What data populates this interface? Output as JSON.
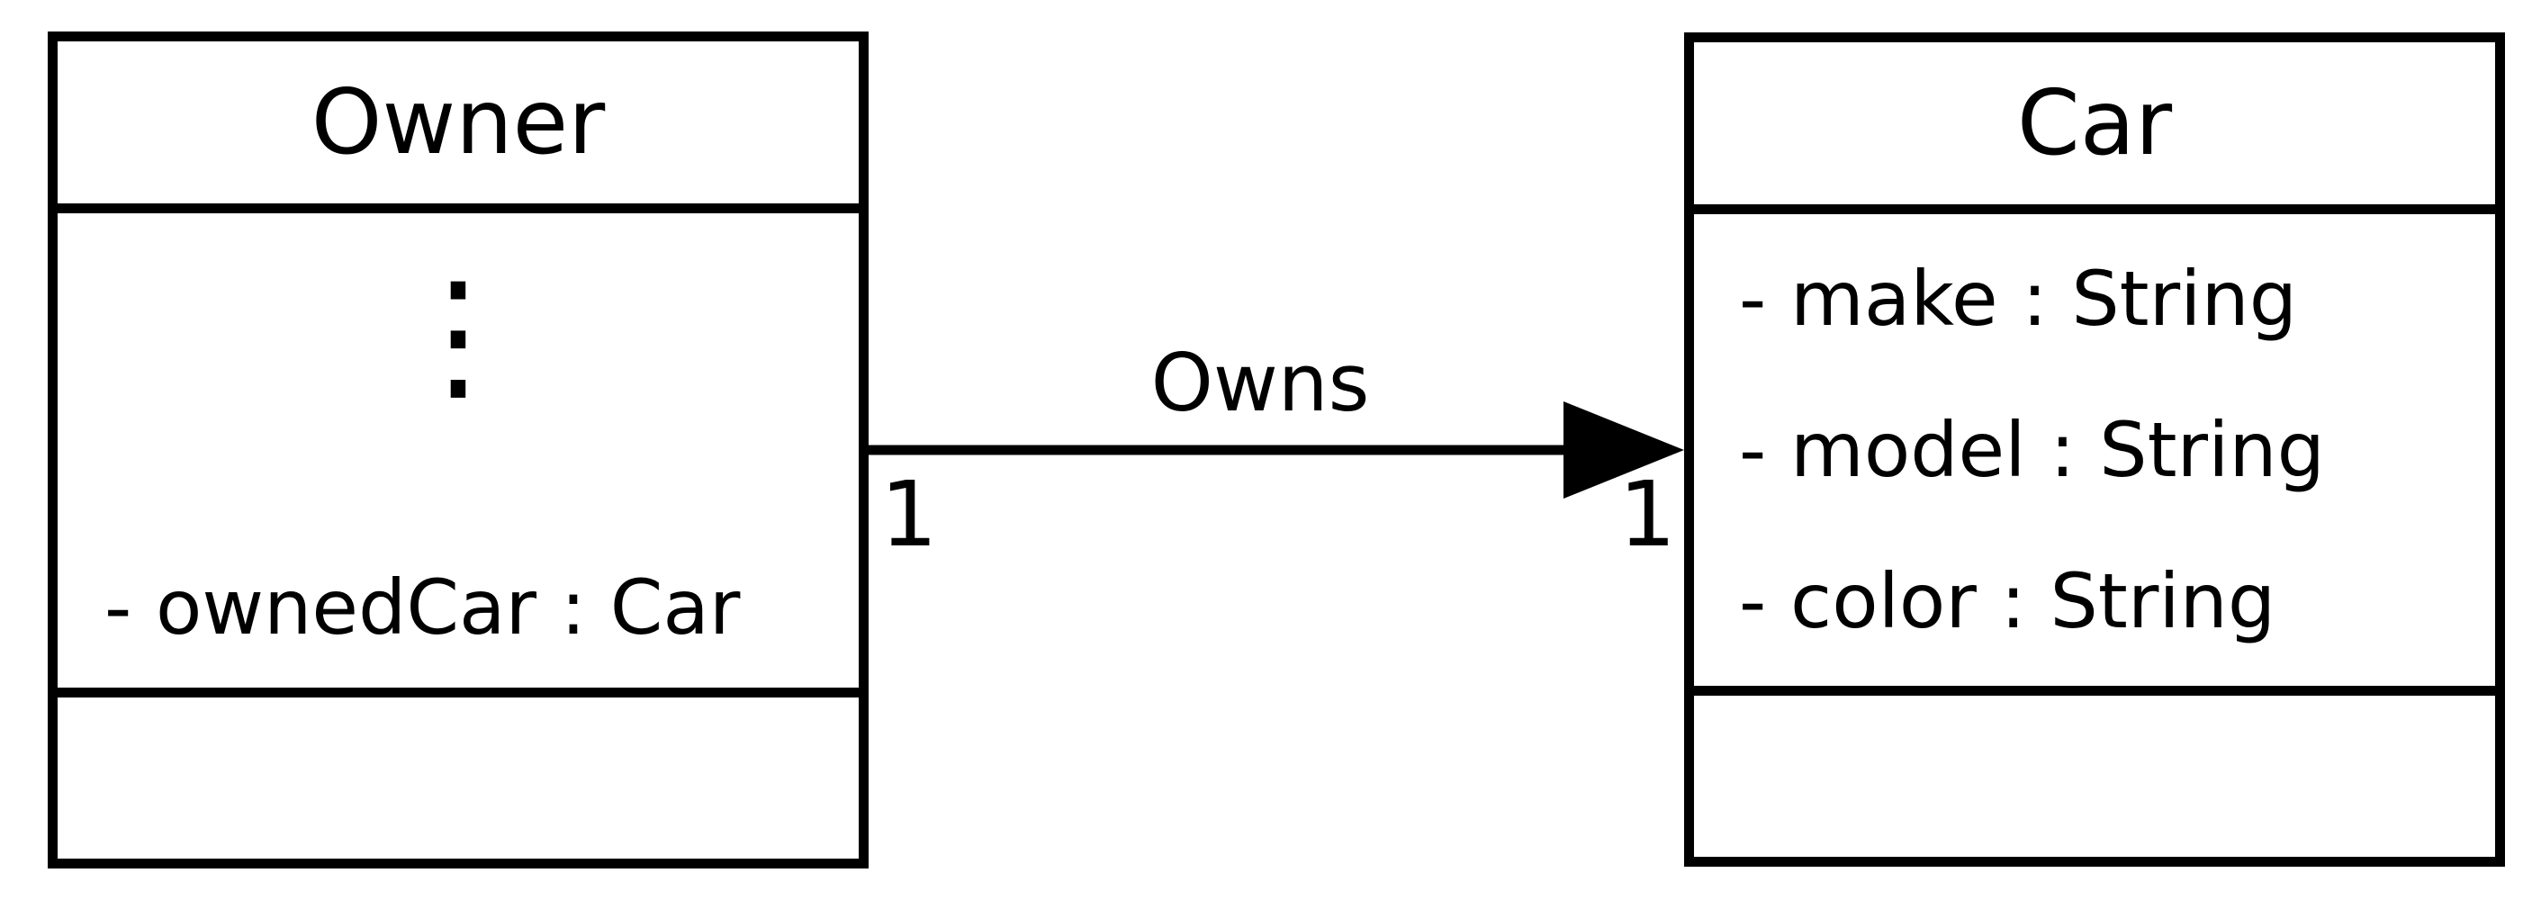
{
  "diagram": {
    "colors": {
      "ink": "#000000",
      "background": "#ffffff"
    },
    "owner_class": {
      "title": "Owner",
      "ellipsis": "⋮",
      "attributes": [
        "- ownedCar : Car"
      ],
      "methods": []
    },
    "car_class": {
      "title": "Car",
      "attributes": [
        "- make : String",
        "- model : String",
        "- color : String"
      ],
      "methods": []
    },
    "association": {
      "label": "Owns",
      "source_multiplicity": "1",
      "target_multiplicity": "1",
      "direction": "owner-to-car"
    }
  }
}
